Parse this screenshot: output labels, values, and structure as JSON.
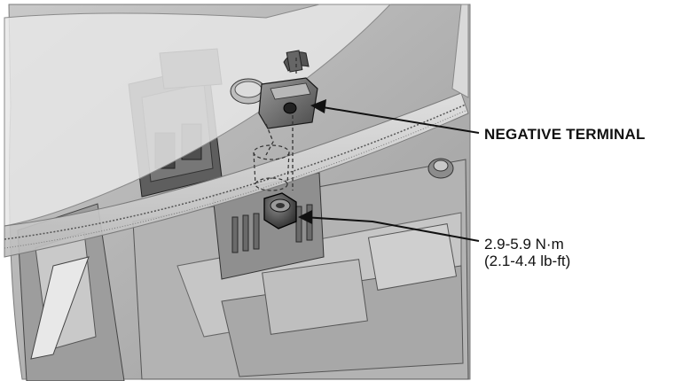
{
  "callouts": {
    "negative_terminal": "NEGATIVE TERMINAL",
    "torque_nm": "2.9-5.9 N·m",
    "torque_lbft": "(2.1-4.4 lb-ft)"
  },
  "colors": {
    "background": "#ffffff",
    "line": "#111111",
    "shade_light": "#d9d9d9",
    "shade_mid": "#b5b5b5",
    "shade_dark": "#6e6e6e"
  }
}
